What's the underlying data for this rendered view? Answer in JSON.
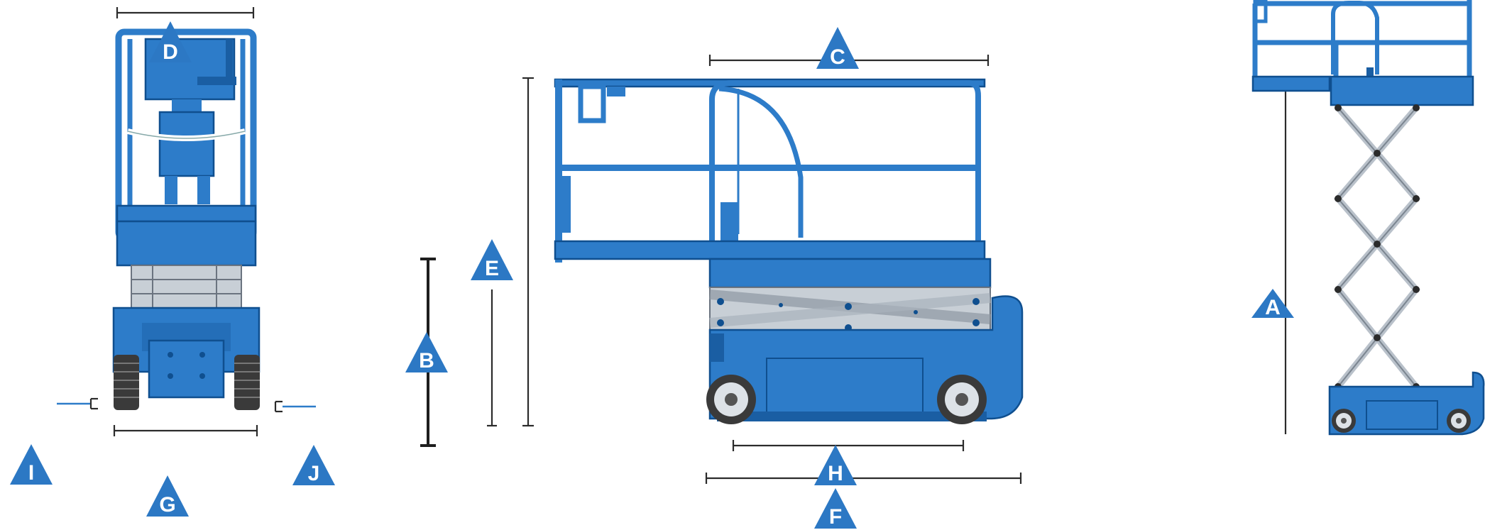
{
  "colors": {
    "machine_blue": "#2D7CC9",
    "machine_dark": "#1A5EA3",
    "marker_blue": "#2C78C4",
    "steel": "#C8CFD6",
    "tire": "#3a3a3a",
    "dimension_line": "#2b2b2b"
  },
  "markers": {
    "A": "A",
    "B": "B",
    "C": "C",
    "D": "D",
    "E": "E",
    "F": "F",
    "G": "G",
    "H": "H",
    "I": "I",
    "J": "J"
  },
  "views": {
    "front": "front-view",
    "side": "side-view",
    "raised": "raised-view"
  }
}
